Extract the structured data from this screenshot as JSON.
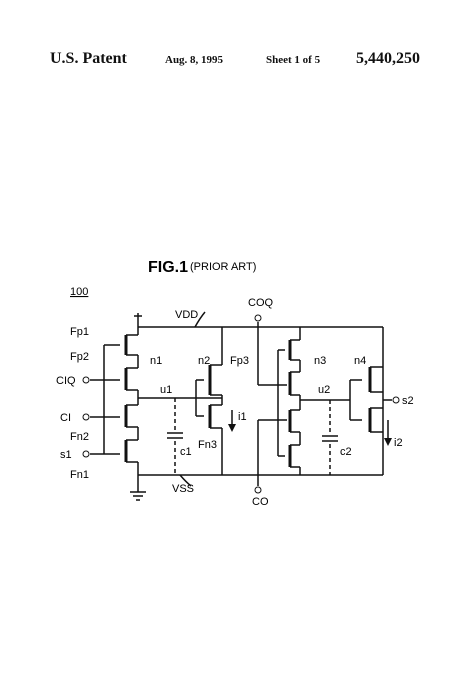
{
  "header": {
    "left": "U.S. Patent",
    "date": "Aug. 8, 1995",
    "sheet": "Sheet 1 of 5",
    "number": "5,440,250"
  },
  "figure": {
    "title": "FIG.1",
    "subtitle": "(PRIOR ART)",
    "ref": "100",
    "labels": {
      "vdd": "VDD",
      "vss": "VSS",
      "coq": "COQ",
      "co": "CO",
      "fp1": "Fp1",
      "fp2": "Fp2",
      "ciq": "CIQ",
      "ci": "CI",
      "fn2": "Fn2",
      "s1": "s1",
      "fn1": "Fn1",
      "n1": "n1",
      "n2": "n2",
      "fp3": "Fp3",
      "u1": "u1",
      "i1": "i1",
      "c1": "c1",
      "fn3": "Fn3",
      "n3": "n3",
      "n4": "n4",
      "u2": "u2",
      "c2": "c2",
      "s2": "s2",
      "i2": "i2"
    }
  }
}
